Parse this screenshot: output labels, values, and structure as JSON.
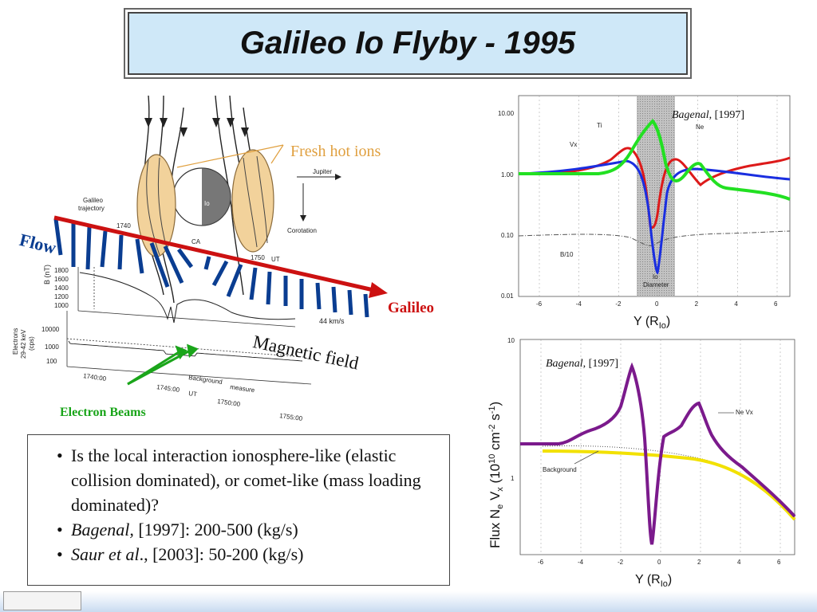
{
  "title": "Galileo Io Flyby - 1995",
  "diagram": {
    "fresh_hot_ions": "Fresh hot ions",
    "flow": "Flow",
    "galileo": "Galileo",
    "magnetic_field": "Magnetic field",
    "electron_beams": "Electron Beams",
    "jupiter": "Jupiter",
    "corotation": "Corotation",
    "trajectory": [
      "Galileo",
      "trajectory"
    ],
    "io": "Io",
    "ca": "CA",
    "t1740": "1740",
    "t1750": "1750",
    "ut": "UT",
    "b_axis": "B (nT)",
    "b_ticks": [
      "1800",
      "1600",
      "1400",
      "1200",
      "1000"
    ],
    "speed": "44 km/s",
    "electrons_axis": [
      "Electrons",
      "29-42 keV",
      "(cps)"
    ],
    "e_ticks": [
      "10000",
      "1000",
      "100"
    ],
    "time_ticks": [
      "1740:00",
      "1745:00",
      "1750:00",
      "1755:00"
    ],
    "ut_label": "UT",
    "background": "Background",
    "measure": "measure"
  },
  "chart_top": {
    "citation_name": "Bagenal",
    "citation_year": ", [1997]",
    "y_ticks": [
      "10.00",
      "1.00",
      "0.10",
      "0.01"
    ],
    "x_ticks": [
      "-6",
      "-4",
      "-2",
      "0",
      "2",
      "4",
      "6"
    ],
    "xlabel": "Y (R",
    "xlabel_sub": "Io",
    "xlabel_end": ")",
    "labels": {
      "ti": "Ti",
      "ne": "Ne",
      "vx": "Vx",
      "b10": "B/10",
      "io": "Io",
      "diameter": "Diameter"
    }
  },
  "chart_bottom": {
    "citation_name": "Bagenal",
    "citation_year": ", [1997]",
    "y_ticks": [
      "10",
      "1"
    ],
    "x_ticks": [
      "-6",
      "-4",
      "-2",
      "0",
      "2",
      "4",
      "6"
    ],
    "xlabel": "Y (R",
    "xlabel_sub": "Io",
    "xlabel_end": ")",
    "ylabel": "Flux N",
    "ylabel_sub1": "e",
    "ylabel_v": " V",
    "ylabel_sub2": "x",
    "ylabel_rest": " (10",
    "ylabel_sup1": "10",
    "ylabel_cm": " cm",
    "ylabel_sup2": "-2",
    "ylabel_s": " s",
    "ylabel_sup3": "-1",
    "ylabel_end": ")",
    "labels": {
      "nevx": "Ne Vx",
      "background": "Background"
    }
  },
  "bullets": {
    "b1": "Is the local interaction ionosphere-like (elastic collision dominated), or comet-like (mass loading dominated)?",
    "b2_name": "Bagenal,",
    "b2_rest": " [1997]: 200-500 (kg/s)",
    "b3_name": "Saur et al",
    "b3_rest": "., [2003]: 50-200 (kg/s)"
  },
  "colors": {
    "title_bg": "#cfe8f8",
    "ion_fill": "#f2d29b",
    "flow_blue": "#0a3d91",
    "galileo_red": "#cc1111",
    "beam_green": "#1aa51a",
    "purple": "#7b1a8c",
    "yellow": "#f2e100"
  }
}
